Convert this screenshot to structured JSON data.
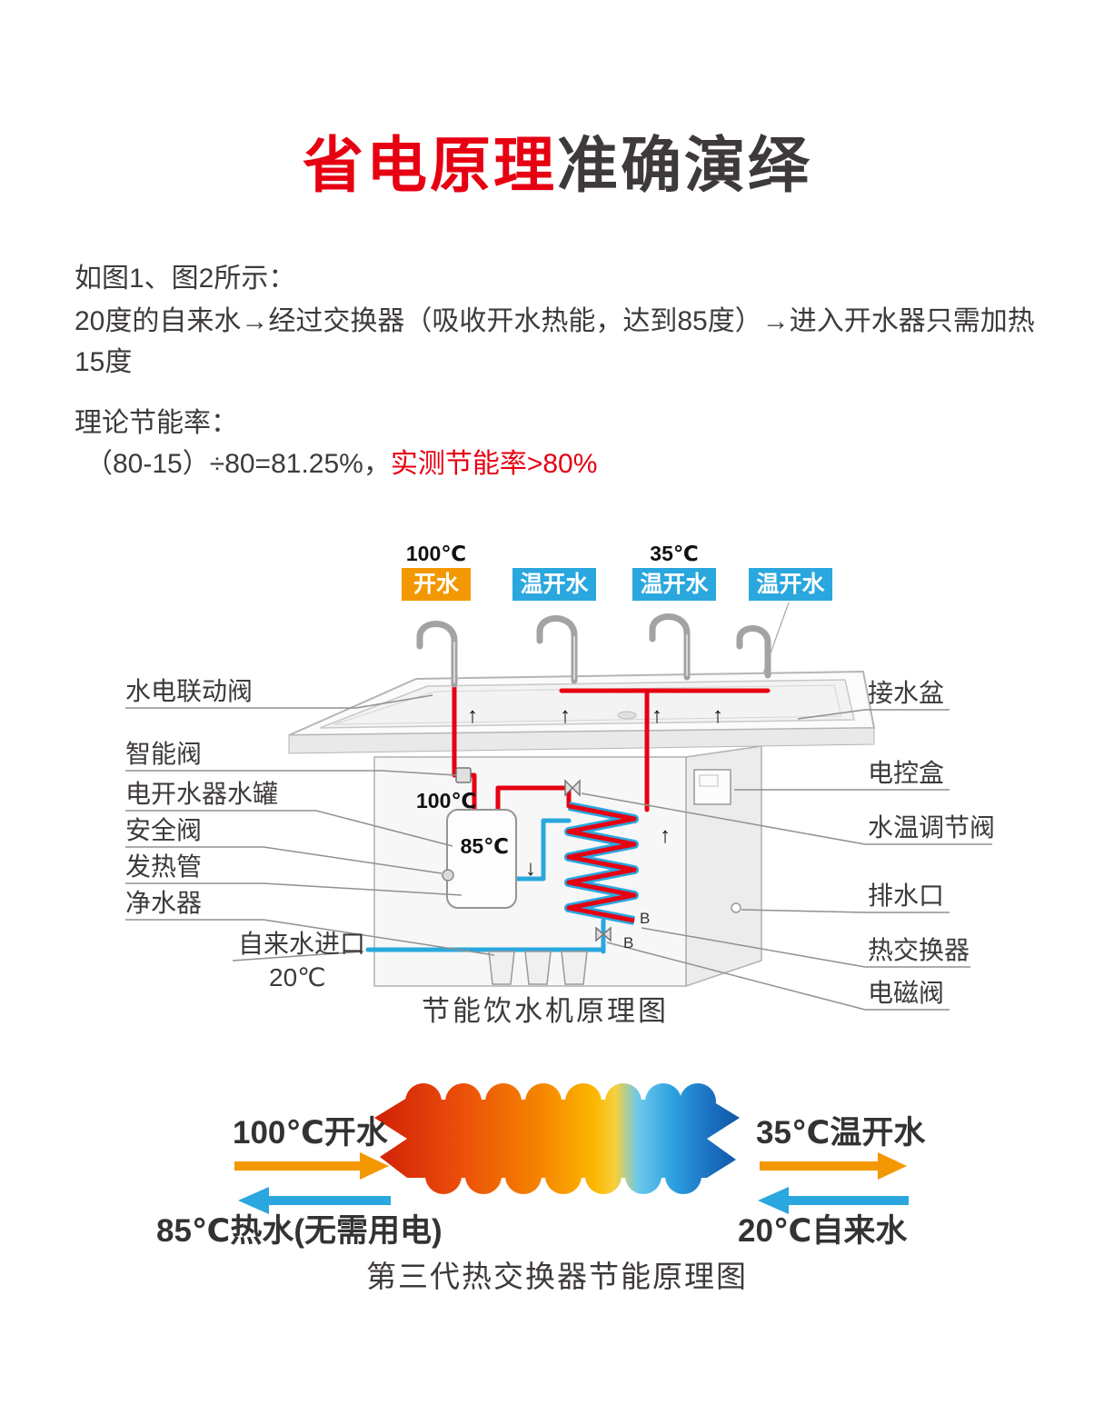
{
  "title": {
    "highlight": "省电原理",
    "rest": "准确演绎"
  },
  "intro": {
    "line1": "如图1、图2所示：",
    "line2": "20度的自来水→经过交换器（吸收开水热能，达到85度）→进入开水器只需加热15度"
  },
  "formula": {
    "label": "理论节能率：",
    "expression": "（80-15）÷80=81.25%，",
    "highlight": "实测节能率>80%"
  },
  "icons": {
    "up_arrow": "↑",
    "down_arrow": "↓"
  },
  "colors": {
    "accent_red": "#e60012",
    "hot_orange": "#f39800",
    "cool_blue": "#29a7de",
    "text_dark": "#3e3a39"
  },
  "dispenser": {
    "temps": {
      "hot": "100℃",
      "warm": "35℃"
    },
    "taps": [
      {
        "label": "开水"
      },
      {
        "label": "温开水"
      },
      {
        "label": "温开水"
      },
      {
        "label": "温开水"
      }
    ],
    "left_labels": [
      "水电联动阀",
      "智能阀",
      "电开水器水罐",
      "安全阀",
      "发热管",
      "净水器"
    ],
    "inlet": {
      "label": "自来水进口",
      "temp": "20℃"
    },
    "right_labels": [
      "接水盆",
      "电控盒",
      "水温调节阀",
      "排水口",
      "热交换器",
      "电磁阀"
    ],
    "inner": {
      "tank_temp": "100℃",
      "exchange_temp": "85℃",
      "b1": "B",
      "b2": "B"
    },
    "caption": "节能饮水机原理图"
  },
  "exchanger": {
    "hot_in": "100℃开水",
    "warm_out": "35℃温开水",
    "hot_out": "85℃热水(无需用电)",
    "cold_in": "20℃自来水",
    "caption": "第三代热交换器节能原理图"
  }
}
